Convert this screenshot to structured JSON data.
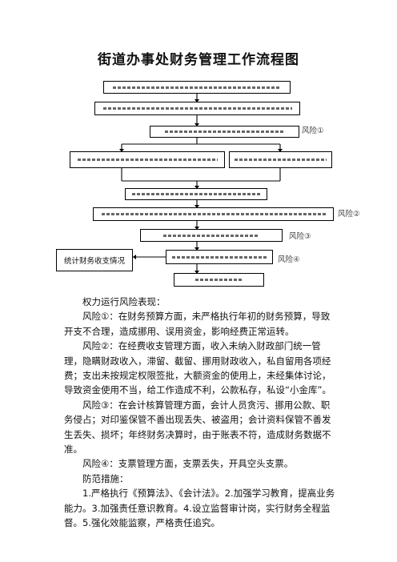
{
  "title": "街道办事处财务管理工作流程图",
  "flow": {
    "side_box": "统计财务收支情况",
    "risk_labels": [
      "风险①",
      "风险②",
      "风险③",
      "风险④"
    ]
  },
  "text": {
    "heading": "权力运行风险表现：",
    "risk1": "风险①：在财务预算方面，未严格执行年初的财务预算，导致开支不合理，造成挪用、误用资金，影响经费正常运转。",
    "risk2": "风险②：在经费收支管理方面，收入未纳入财政部门统一管理，隐瞒财政收入，滞留、截留、挪用财政收入，私自留用各项经费；支出未按规定权限签批，大额资金的使用上，未经集体讨论，导致资金使用不当，给工作造成不利，公款私存，私设“小金库”。",
    "risk3": "风险③：在会计核算管理方面，会计人员贪污、挪用公款、职务侵占；对印鉴保管不善出现丢失、被盗用；会计资料保管不善发生丢失、损坏；年终财务决算时，由于账表不符，造成财务数据不准。",
    "risk4": "风险④：支票管理方面，支票丢失，开具空头支票。",
    "measures_heading": "防范措施：",
    "measures": "1.严格执行《预算法》、《会计法》。2.加强学习教育，提高业务能力。3.加强责任意识教育。4.设立监督审计岗，实行财务全程监督。5.强化效能监察，严格责任追究。"
  }
}
